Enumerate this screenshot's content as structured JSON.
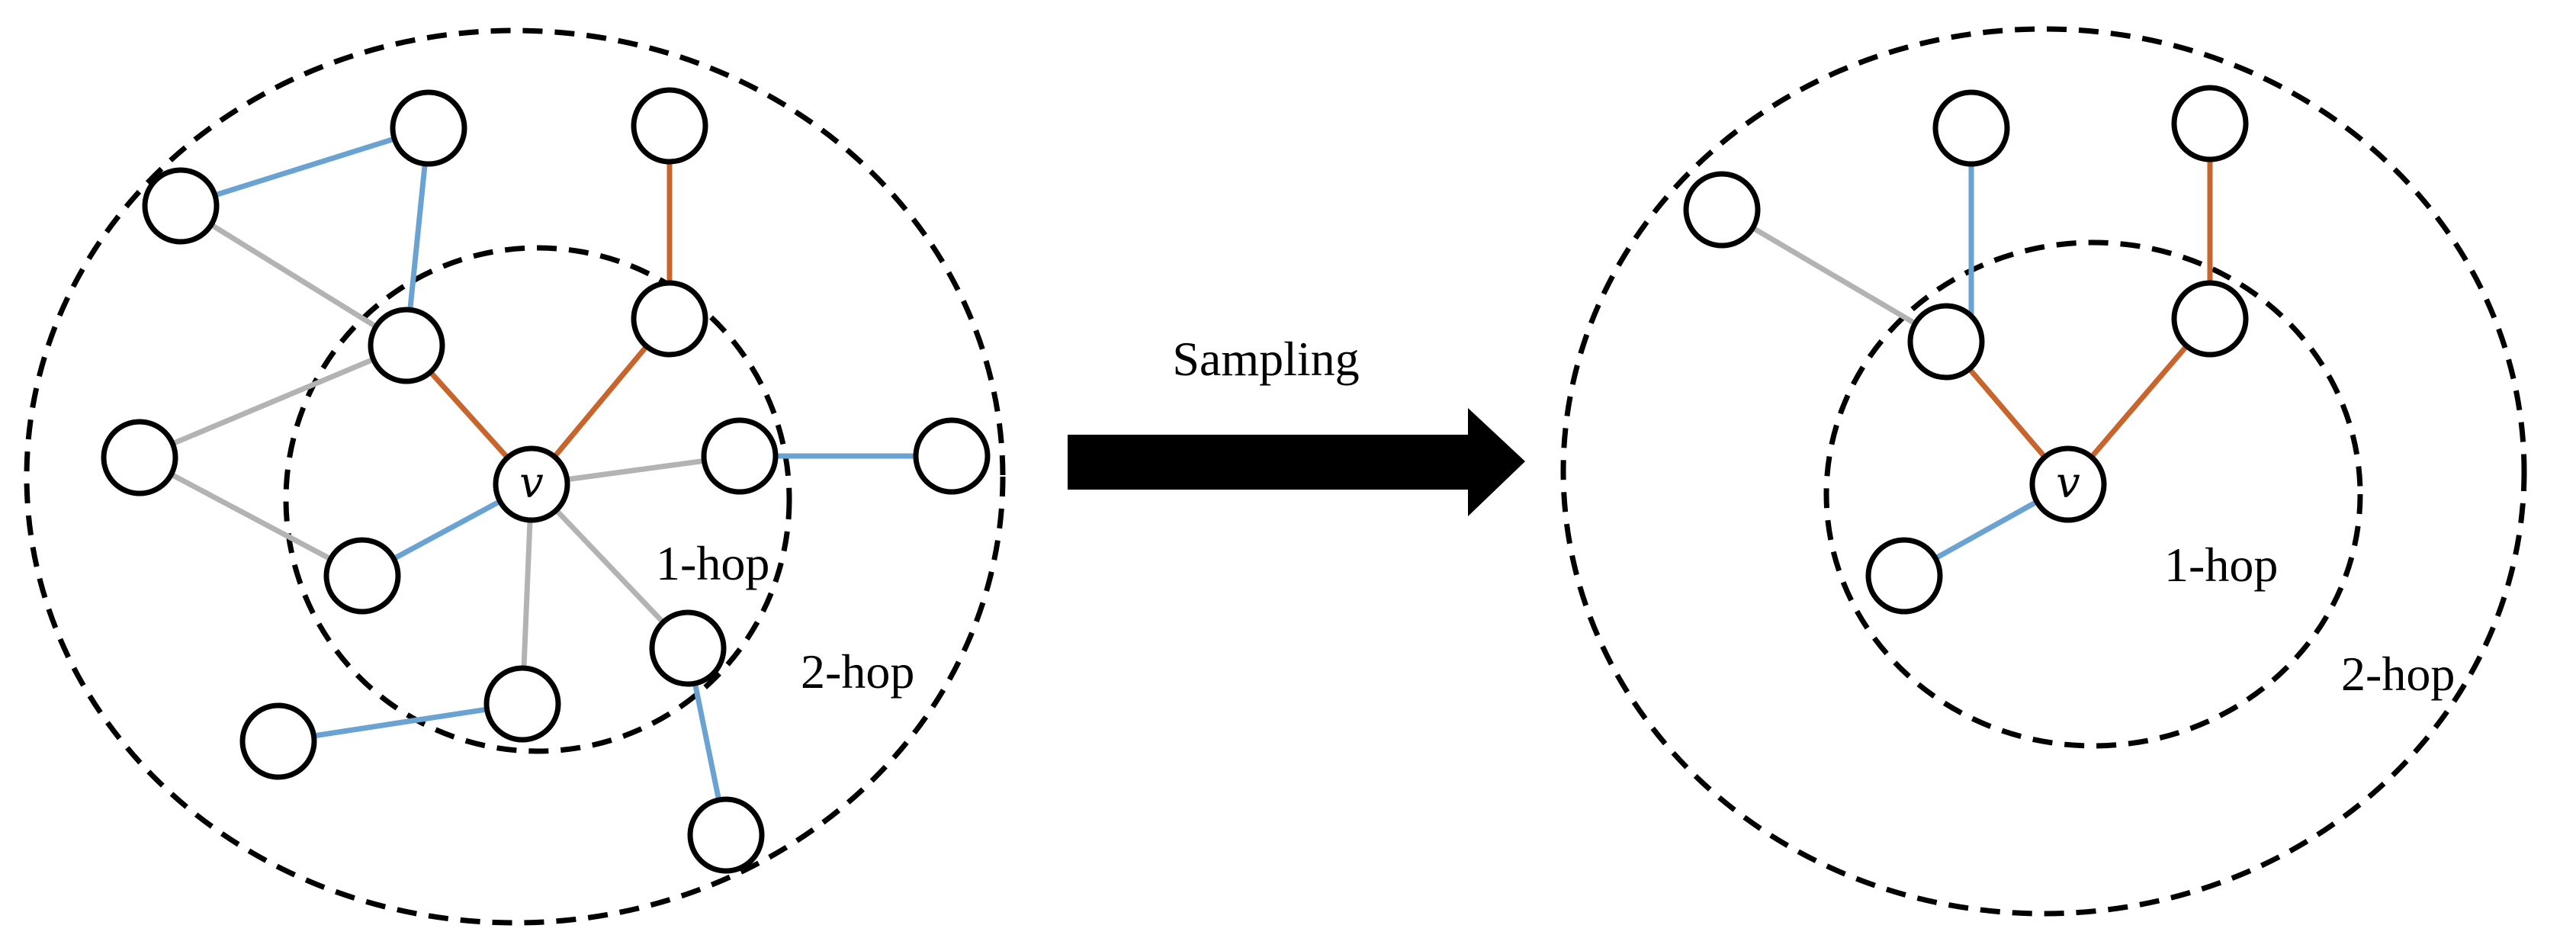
{
  "colors": {
    "background": "#ffffff",
    "stroke": "#000000",
    "edge_blue": "#6aa3d1",
    "edge_orange": "#c8652c",
    "edge_gray": "#b3b3b3"
  },
  "arrow": {
    "label": "Sampling"
  },
  "left_graph": {
    "center_label": "v",
    "inner_ring_label": "1-hop",
    "outer_ring_label": "2-hop"
  },
  "right_graph": {
    "center_label": "v",
    "inner_ring_label": "1-hop",
    "outer_ring_label": "2-hop"
  }
}
